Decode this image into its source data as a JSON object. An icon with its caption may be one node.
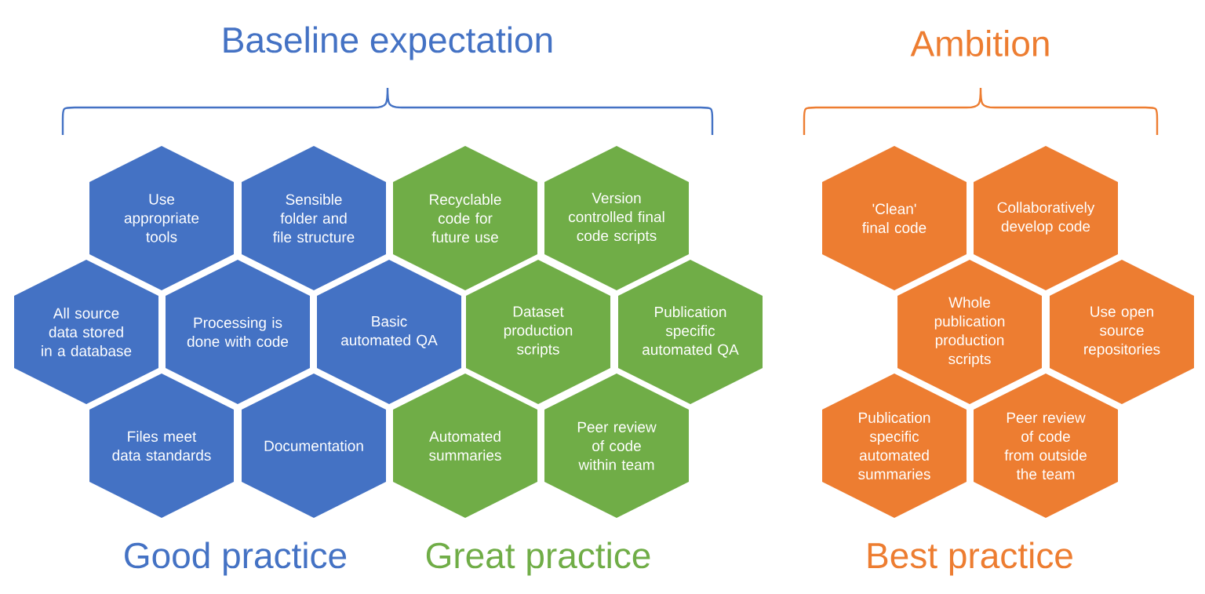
{
  "diagram": {
    "nodes": [
      {
        "text": [
          "Use appropriate tools"
        ]
      },
      {
        "text": [
          "Sensible folder and file structure"
        ]
      },
      {
        "text": [
          "All source data stored in a database"
        ]
      },
      {
        "text": [
          "Processing is done with code"
        ]
      },
      {
        "text": [
          "Basic automated QA"
        ]
      },
      {
        "text": [
          "Files meet data standards"
        ]
      },
      {
        "text": [
          "Documentation"
        ]
      },
      {
        "text": [
          "Recyclable code for future use"
        ]
      },
      {
        "text": [
          "Version controlled final code scripts"
        ]
      },
      {
        "text": [
          "Dataset production scripts"
        ]
      },
      {
        "text": [
          "Publication specific automated QA"
        ]
      },
      {
        "text": [
          "Automated summaries"
        ]
      },
      {
        "text": [
          "Peer review of code within team"
        ]
      },
      {
        "text": [
          "'Clean' final code"
        ]
      },
      {
        "text": [
          "Collaboratively develop code"
        ]
      },
      {
        "text": [
          "Whole publication production scripts"
        ]
      },
      {
        "text": [
          "Use open source repositories"
        ]
      },
      {
        "text": [
          "Publication specific automated summaries"
        ]
      },
      {
        "text": [
          "Peer review of code from outside the team"
        ]
      }
    ],
    "labels": [
      "Baseline expectation",
      "Ambition",
      "Good practice",
      "Great practice",
      "Best practice"
    ]
  }
}
